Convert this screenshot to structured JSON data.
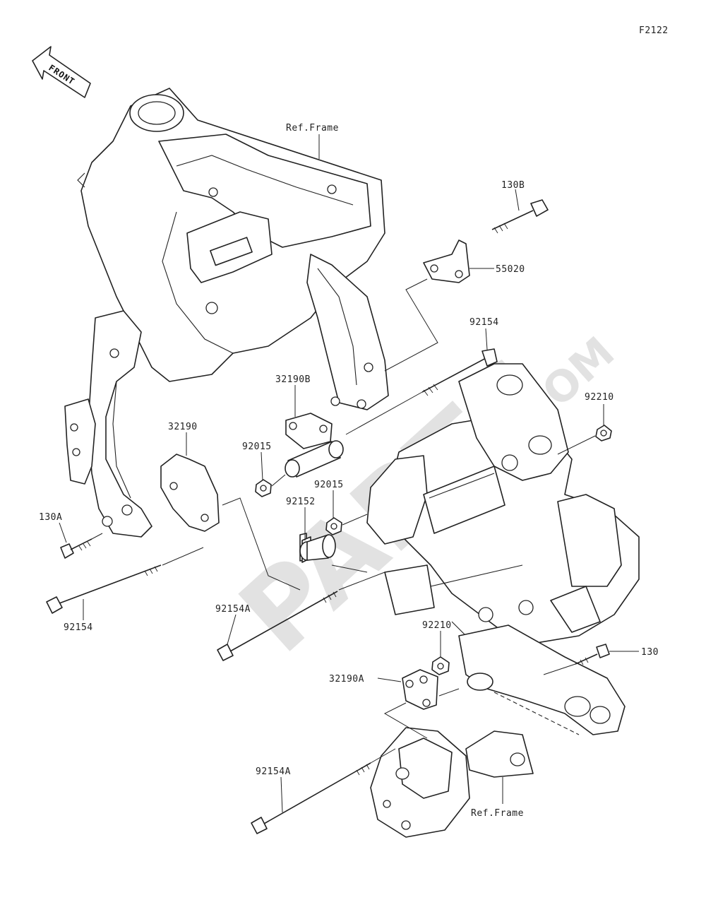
{
  "figure_code": "F2122",
  "front_label": "FRONT",
  "watermark": {
    "main": "PARTS",
    "suffix": ".COM"
  },
  "labels": {
    "ref_frame_top": "Ref.Frame",
    "ref_frame_bottom": "Ref.Frame",
    "p130B": "130B",
    "p55020": "55020",
    "p92154_top": "92154",
    "p92210_right": "92210",
    "p32190B": "32190B",
    "p32190": "32190",
    "p92015_left": "92015",
    "p92015_right": "92015",
    "p92152": "92152",
    "p130A": "130A",
    "p92154_left": "92154",
    "p92154A_mid": "92154A",
    "p92210_mid": "92210",
    "p130": "130",
    "p32190A": "32190A",
    "p92154A_bottom": "92154A"
  },
  "colors": {
    "line": "#222222",
    "watermark": "#cccccc"
  }
}
